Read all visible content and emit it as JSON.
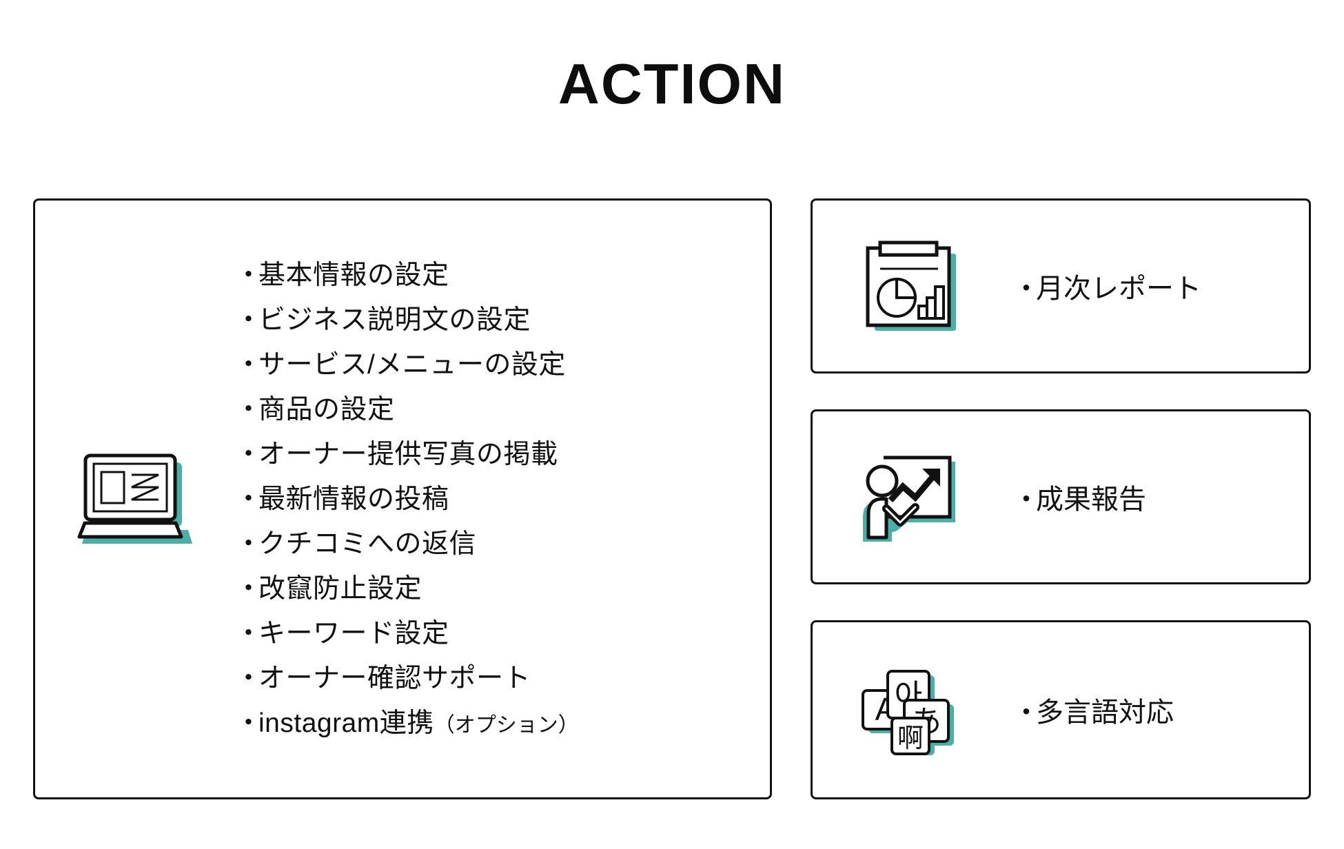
{
  "title": "ACTION",
  "colors": {
    "accent_teal": "#4BAFA5",
    "ink": "#111111",
    "background": "#FFFFFF"
  },
  "bullet_char": "・",
  "left_card": {
    "icon": "laptop-icon",
    "items": [
      {
        "text": "基本情報の設定",
        "note": ""
      },
      {
        "text": "ビジネス説明文の設定",
        "note": ""
      },
      {
        "text": "サービス/メニューの設定",
        "note": ""
      },
      {
        "text": "商品の設定",
        "note": ""
      },
      {
        "text": "オーナー提供写真の掲載",
        "note": ""
      },
      {
        "text": "最新情報の投稿",
        "note": ""
      },
      {
        "text": "クチコミへの返信",
        "note": ""
      },
      {
        "text": "改竄防止設定",
        "note": ""
      },
      {
        "text": "キーワード設定",
        "note": ""
      },
      {
        "text": "オーナー確認サポート",
        "note": ""
      },
      {
        "text": "instagram連携",
        "note": "（オプション）"
      }
    ]
  },
  "right_cards": [
    {
      "icon": "report-chart-icon",
      "label": "月次レポート"
    },
    {
      "icon": "presentation-icon",
      "label": "成果報告"
    },
    {
      "icon": "multilingual-cards-icon",
      "label": "多言語対応",
      "card_glyphs": [
        "A",
        "아",
        "あ",
        "啊"
      ]
    }
  ]
}
